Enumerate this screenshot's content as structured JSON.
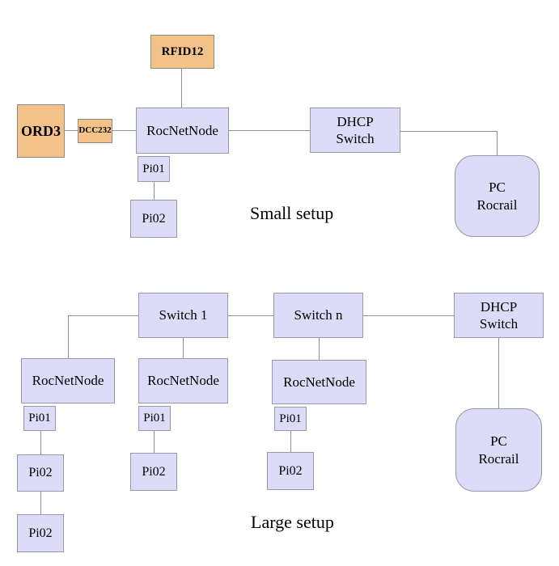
{
  "colors": {
    "orange_fill": "#f2c28a",
    "lavender_fill": "#dcdcf8",
    "box_border": "#8f8f96",
    "line": "#8f8f8f"
  },
  "small_setup": {
    "caption": "Small setup",
    "nodes": {
      "rfid12": "RFID12",
      "ord3": "ORD3",
      "dcc232": "DCC232",
      "rocnetnode": "RocNetNode",
      "pi01": "Pi01",
      "pi02": "Pi02",
      "dhcp_switch": {
        "line1": "DHCP",
        "line2": "Switch"
      },
      "pc_rocrail": {
        "line1": "PC",
        "line2": "Rocrail"
      }
    }
  },
  "large_setup": {
    "caption": "Large setup",
    "nodes": {
      "switch1": "Switch 1",
      "switchn": "Switch n",
      "dhcp_switch": {
        "line1": "DHCP",
        "line2": "Switch"
      },
      "rocnetnode1": "RocNetNode",
      "rocnetnode2": "RocNetNode",
      "rocnetnode3": "RocNetNode",
      "pi01_1": "Pi01",
      "pi01_2": "Pi01",
      "pi01_3": "Pi01",
      "pi02_1a": "Pi02",
      "pi02_1b": "Pi02",
      "pi02_2": "Pi02",
      "pi02_3": "Pi02",
      "pc_rocrail": {
        "line1": "PC",
        "line2": "Rocrail"
      }
    }
  }
}
